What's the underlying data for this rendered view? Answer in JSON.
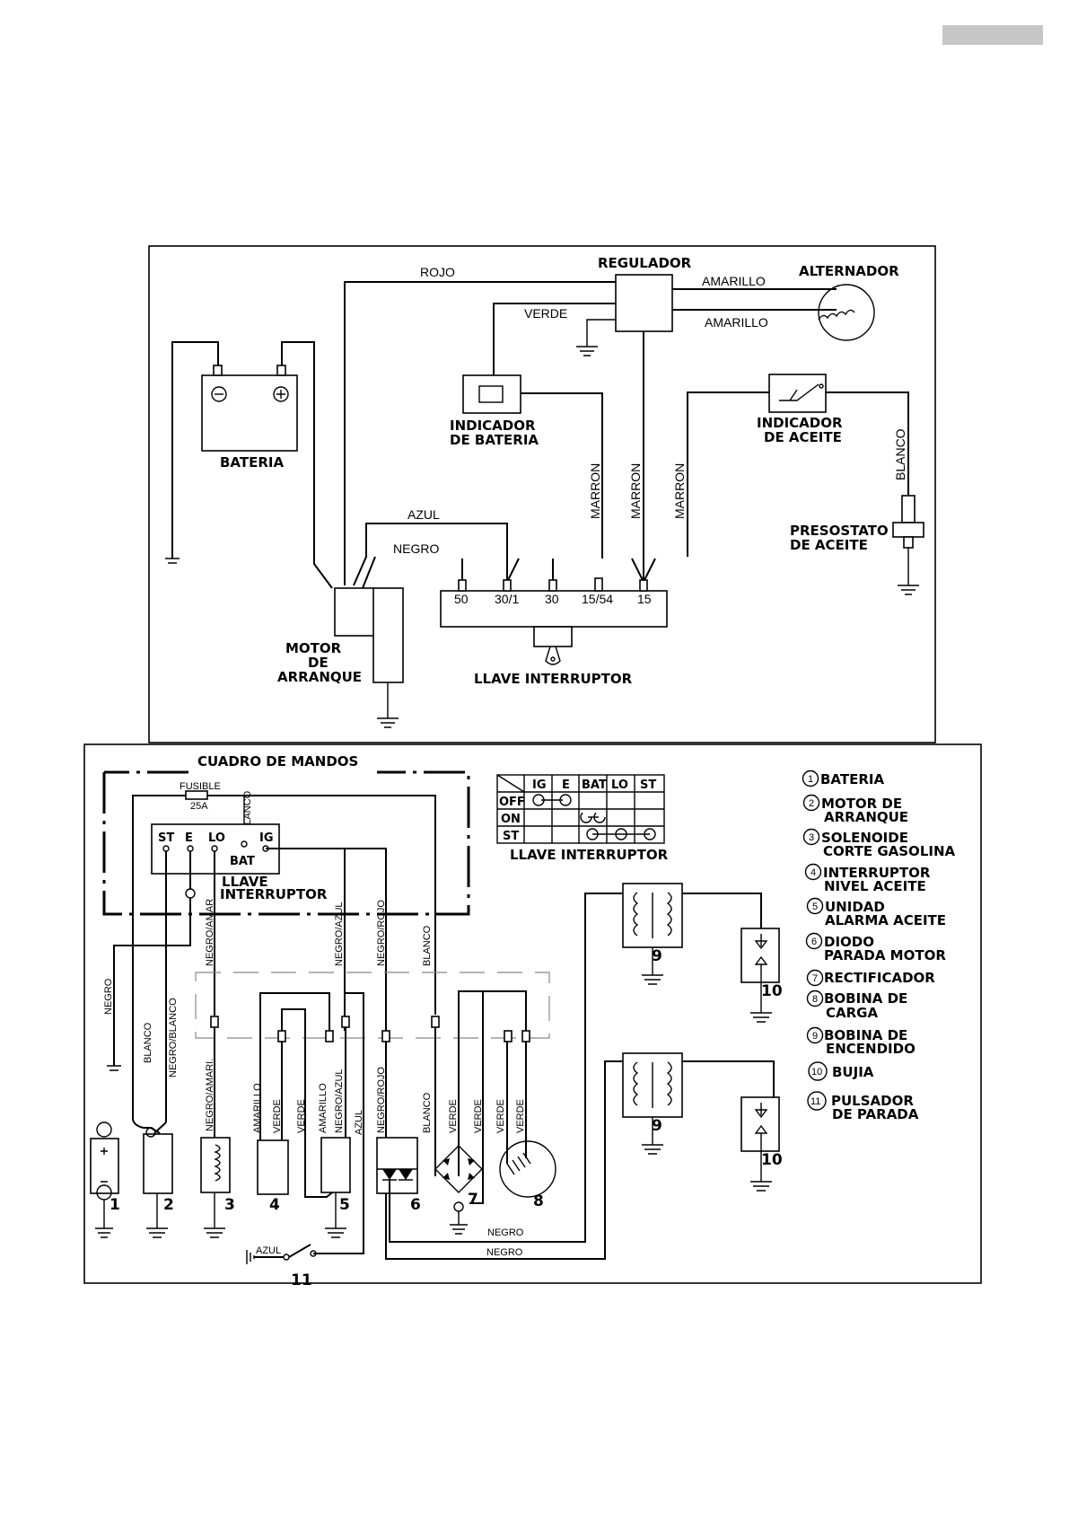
{
  "top": {
    "components": {
      "regulador": "REGULADOR",
      "alternador": "ALTERNADOR",
      "bateria": "BATERIA",
      "indicador_bateria": [
        "INDICADOR",
        "DE BATERIA"
      ],
      "indicador_aceite": [
        "INDICADOR",
        "DE ACEITE"
      ],
      "presostato": [
        "PRESOSTATO",
        "DE ACEITE"
      ],
      "motor": [
        "MOTOR",
        "DE",
        "ARRANQUE"
      ],
      "llave": "LLAVE INTERRUPTOR"
    },
    "wires": {
      "rojo": "ROJO",
      "verde": "VERDE",
      "amarillo_1": "AMARILLO",
      "amarillo_2": "AMARILLO",
      "azul": "AZUL",
      "negro": "NEGRO",
      "marron_1": "MARRON",
      "marron_2": "MARRON",
      "marron_3": "MARRON",
      "blanco": "BLANCO"
    },
    "terminals": [
      "50",
      "30/1",
      "30",
      "15/54",
      "15"
    ]
  },
  "bottom": {
    "cuadro_title": "CUADRO DE MANDOS",
    "fusible": "FUSIBLE",
    "fusible_rating": "25A",
    "llave_terminals": [
      "ST",
      "E",
      "LO",
      "IG"
    ],
    "bat": "BAT",
    "llave_label": [
      "LLAVE",
      "INTERRUPTOR"
    ],
    "switch_table": {
      "headers": [
        "IG",
        "E",
        "BAT",
        "LO",
        "ST"
      ],
      "rows": [
        "OFF",
        "ON",
        "ST"
      ],
      "caption": "LLAVE INTERRUPTOR"
    },
    "wires": {
      "blanco_top": "BLANCO",
      "negro_amar": "NEGRO/AMAR",
      "negro_azul": "NEGRO/AZUL",
      "negro_rojo": "NEGRO/ROJO",
      "blanco_mid": "BLANCO",
      "negro_left": "NEGRO",
      "blanco_left": "BLANCO",
      "negro_blanco": "NEGRO/BLANCO",
      "negro_amari": "NEGRO/AMARI.",
      "amarillo_a": "AMARILLO",
      "verde_a": "VERDE",
      "verde_b": "VERDE",
      "amarillo_b": "AMARILLO",
      "negro_azul_b": "NEGRO/AZUL",
      "azul": "AZUL",
      "negro_rojo_b": "NEGRO/ROJO",
      "blanco_b": "BLANCO",
      "verde_c": "VERDE",
      "verde_d": "VERDE",
      "verde_e": "VERDE",
      "verde_f": "VERDE",
      "negro_1": "NEGRO",
      "negro_2": "NEGRO",
      "azul_switch": "AZUL"
    },
    "component_numbers": [
      "1",
      "2",
      "3",
      "4",
      "5",
      "6",
      "7",
      "8",
      "9",
      "10",
      "9",
      "10",
      "11"
    ],
    "legend": [
      {
        "num": "1",
        "lines": [
          "BATERIA"
        ]
      },
      {
        "num": "2",
        "lines": [
          "MOTOR DE",
          "ARRANQUE"
        ]
      },
      {
        "num": "3",
        "lines": [
          "SOLENOIDE",
          "CORTE GASOLINA"
        ]
      },
      {
        "num": "4",
        "lines": [
          "INTERRUPTOR",
          "NIVEL ACEITE"
        ]
      },
      {
        "num": "5",
        "lines": [
          "UNIDAD",
          "ALARMA ACEITE"
        ]
      },
      {
        "num": "6",
        "lines": [
          "DIODO",
          "PARADA MOTOR"
        ]
      },
      {
        "num": "7",
        "lines": [
          "RECTIFICADOR"
        ]
      },
      {
        "num": "8",
        "lines": [
          "BOBINA DE",
          "CARGA"
        ]
      },
      {
        "num": "9",
        "lines": [
          "BOBINA DE",
          "ENCENDIDO"
        ]
      },
      {
        "num": "10",
        "lines": [
          "BUJIA"
        ]
      },
      {
        "num": "11",
        "lines": [
          "PULSADOR",
          "DE PARADA"
        ]
      }
    ]
  }
}
